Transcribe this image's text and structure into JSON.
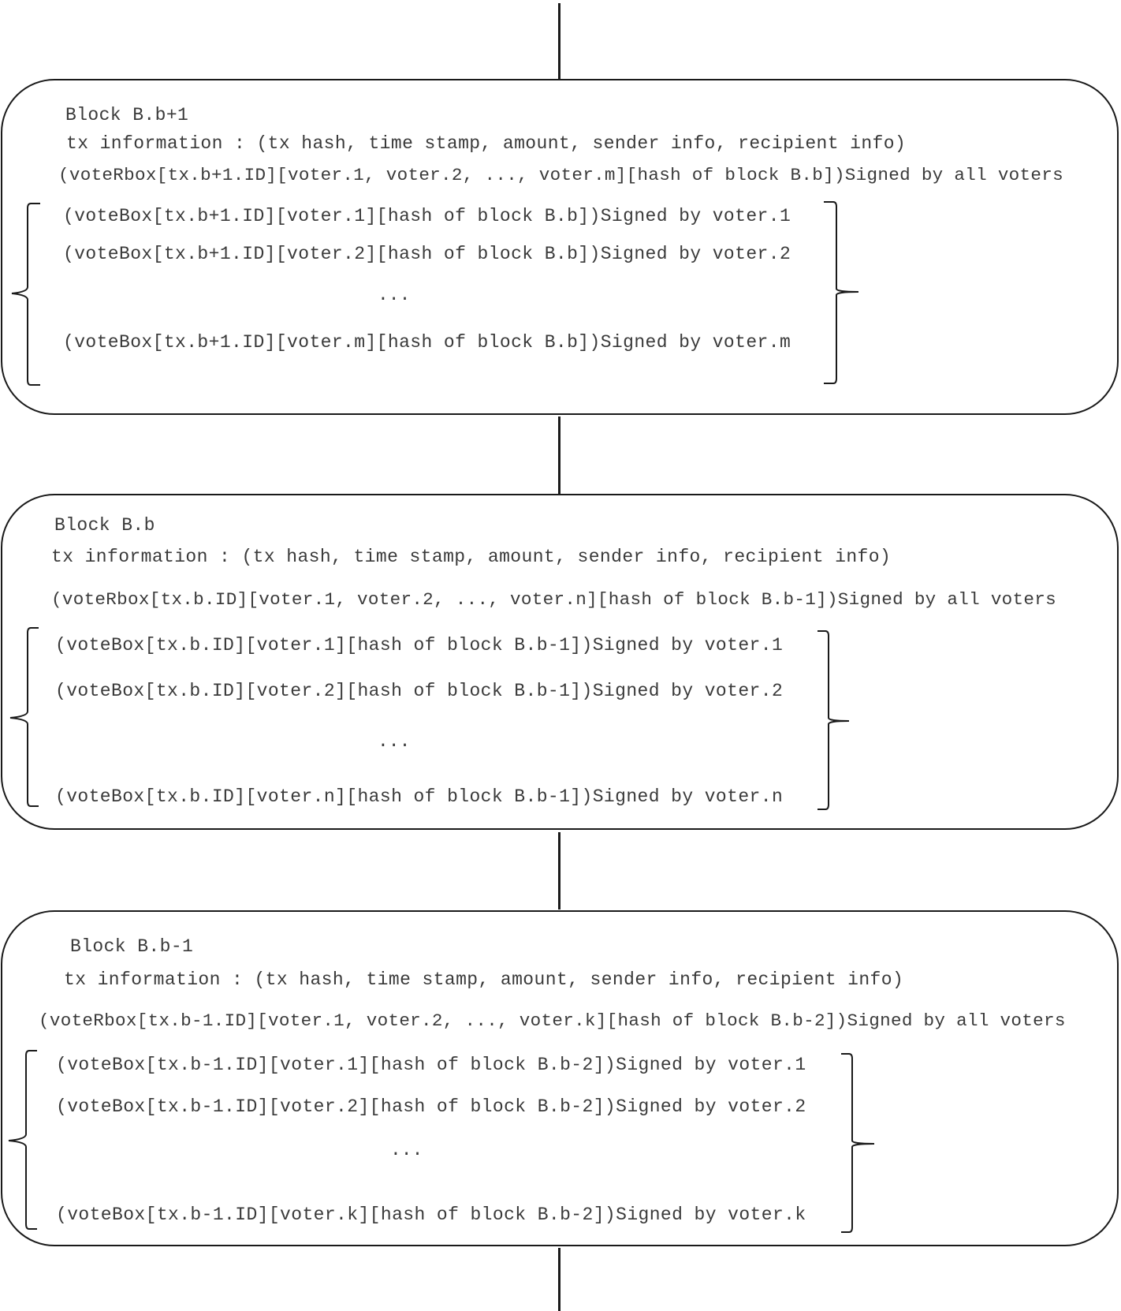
{
  "blocks": [
    {
      "title": "Block B.b+1",
      "tx_info": "tx information : (tx hash, time stamp, amount, sender info, recipient info)",
      "vote_rbox": "(voteRbox[tx.b+1.ID][voter.1, voter.2, ..., voter.m][hash of block B.b])Signed by all voters",
      "votes": [
        "(voteBox[tx.b+1.ID][voter.1][hash of block B.b])Signed by voter.1",
        "(voteBox[tx.b+1.ID][voter.2][hash of block B.b])Signed by voter.2",
        "(voteBox[tx.b+1.ID][voter.m][hash of block B.b])Signed by voter.m"
      ],
      "ellipsis": "..."
    },
    {
      "title": "Block B.b",
      "tx_info": "tx information : (tx hash, time stamp, amount, sender info, recipient info)",
      "vote_rbox": "(voteRbox[tx.b.ID][voter.1, voter.2, ..., voter.n][hash of block B.b-1])Signed by all voters",
      "votes": [
        "(voteBox[tx.b.ID][voter.1][hash of block B.b-1])Signed by voter.1",
        "(voteBox[tx.b.ID][voter.2][hash of block B.b-1])Signed by voter.2",
        "(voteBox[tx.b.ID][voter.n][hash of block B.b-1])Signed by voter.n"
      ],
      "ellipsis": "..."
    },
    {
      "title": "Block B.b-1",
      "tx_info": "tx information : (tx hash, time stamp, amount, sender info, recipient info)",
      "vote_rbox": "(voteRbox[tx.b-1.ID][voter.1, voter.2, ..., voter.k][hash of block B.b-2])Signed by all voters",
      "votes": [
        "(voteBox[tx.b-1.ID][voter.1][hash of block B.b-2])Signed by voter.1",
        "(voteBox[tx.b-1.ID][voter.2][hash of block B.b-2])Signed by voter.2",
        "(voteBox[tx.b-1.ID][voter.k][hash of block B.b-2])Signed by voter.k"
      ],
      "ellipsis": "..."
    }
  ]
}
